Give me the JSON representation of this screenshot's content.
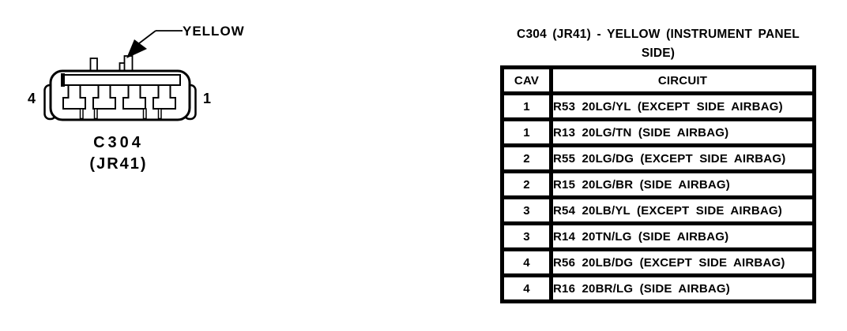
{
  "connector_diagram": {
    "wire_color_label": "YELLOW",
    "pin_left": "4",
    "pin_right": "1",
    "name": "C304",
    "code": "(JR41)"
  },
  "pinout_table": {
    "title_line1": "C304 (JR41) - YELLOW (INSTRUMENT PANEL",
    "title_line2": "SIDE)",
    "columns": [
      "CAV",
      "CIRCUIT"
    ],
    "rows": [
      {
        "cav": "1",
        "circuit": "R53 20LG/YL (EXCEPT SIDE AIRBAG)"
      },
      {
        "cav": "1",
        "circuit": "R13 20LG/TN (SIDE AIRBAG)"
      },
      {
        "cav": "2",
        "circuit": "R55 20LG/DG (EXCEPT SIDE AIRBAG)"
      },
      {
        "cav": "2",
        "circuit": "R15 20LG/BR (SIDE AIRBAG)"
      },
      {
        "cav": "3",
        "circuit": "R54 20LB/YL (EXCEPT SIDE AIRBAG)"
      },
      {
        "cav": "3",
        "circuit": "R14 20TN/LG (SIDE AIRBAG)"
      },
      {
        "cav": "4",
        "circuit": "R56 20LB/DG (EXCEPT SIDE AIRBAG)"
      },
      {
        "cav": "4",
        "circuit": "R16 20BR/LG (SIDE AIRBAG)"
      }
    ]
  },
  "colors": {
    "ink": "#000000",
    "background": "#ffffff"
  }
}
